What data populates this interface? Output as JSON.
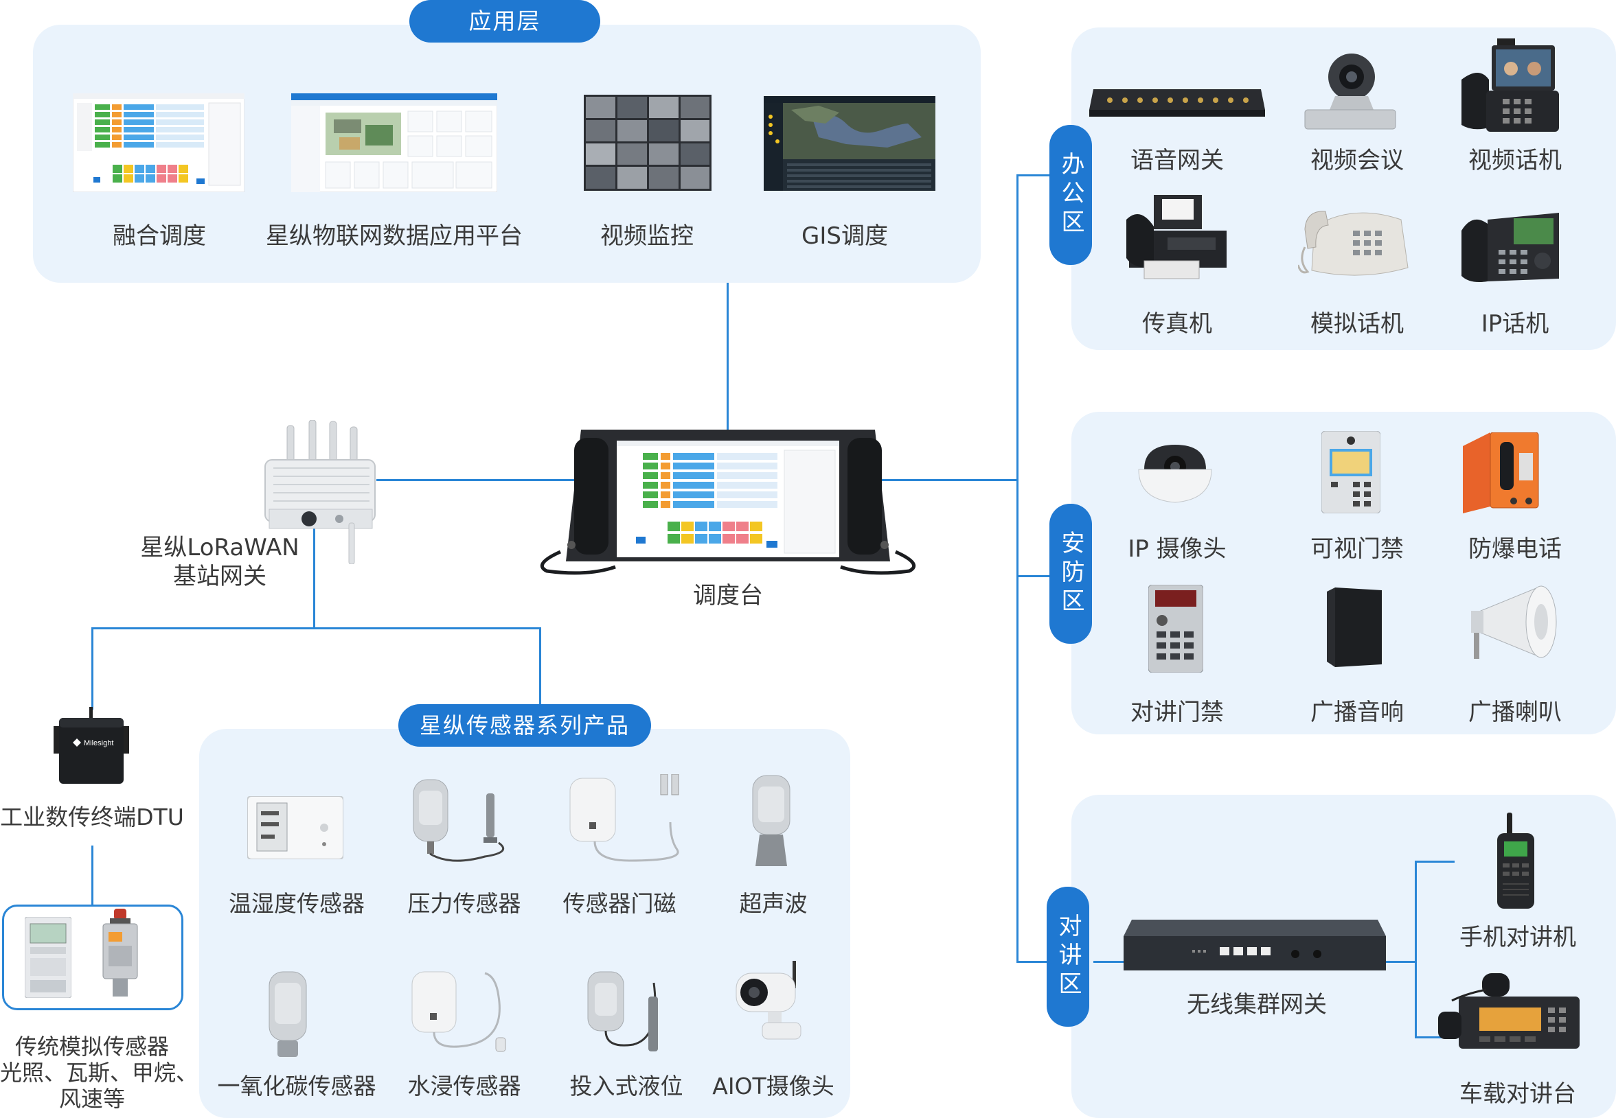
{
  "app_layer": {
    "title": "应用层",
    "items": [
      "融合调度",
      "星纵物联网数据应用平台",
      "视频监控",
      "GIS调度"
    ]
  },
  "center": {
    "console_label": "调度台",
    "gateway_label_line1": "星纵LoRaWAN",
    "gateway_label_line2": "基站网关"
  },
  "dtu": {
    "label": "工业数传终端DTU",
    "brand": "Milesight"
  },
  "legacy": {
    "line1": "传统模拟传感器",
    "line2": "光照、瓦斯、甲烷、",
    "line3": "风速等"
  },
  "sensors": {
    "title": "星纵传感器系列产品",
    "row1": [
      "温湿度传感器",
      "压力传感器",
      "传感器门磁",
      "超声波"
    ],
    "row2": [
      "一氧化碳传感器",
      "水浸传感器",
      "投入式液位",
      "AIOT摄像头"
    ]
  },
  "office": {
    "tag": "办公区",
    "row1": [
      "语音网关",
      "视频会议",
      "视频话机"
    ],
    "row2": [
      "传真机",
      "模拟话机",
      "IP话机"
    ]
  },
  "security": {
    "tag": "安防区",
    "row1": [
      "IP 摄像头",
      "可视门禁",
      "防爆电话"
    ],
    "row2": [
      "对讲门禁",
      "广播音响",
      "广播喇叭"
    ]
  },
  "intercom": {
    "tag": "对讲区",
    "gateway": "无线集群网关",
    "handheld": "手机对讲机",
    "vehicle": "车载对讲台"
  },
  "colors": {
    "accent": "#1f78d1",
    "panel": "#eaf3fc",
    "line": "#2a86d6"
  }
}
